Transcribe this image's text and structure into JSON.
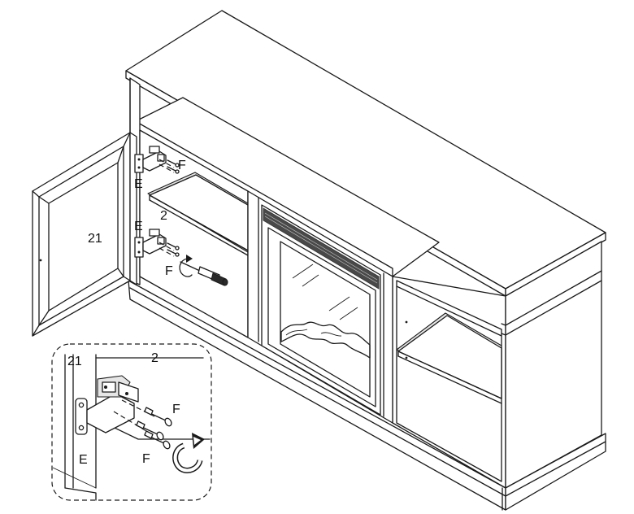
{
  "labels": {
    "door_part": "21",
    "shelf_part": "2",
    "hinge_part": "E",
    "screw_part": "F",
    "detail_door_part": "21",
    "detail_shelf_part": "2",
    "detail_hinge_part": "E",
    "detail_screw_upper": "F",
    "detail_screw_lower": "F"
  },
  "icons": {
    "tool": "screwdriver-icon",
    "rotation": "rotate-clockwise-arrow-icon"
  }
}
